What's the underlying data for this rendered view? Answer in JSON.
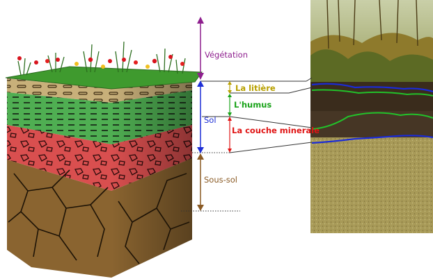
{
  "labels": {
    "vegetation": "Végétation",
    "litter": "La litière",
    "humus": "L'humus",
    "soil": "Sol",
    "mineral": "La couche minerale",
    "subsoil": "Sous-sol"
  },
  "colors": {
    "vegetation": "#8e1f8e",
    "litter": "#b8a000",
    "humus": "#1aa31a",
    "soil": "#1e2fd6",
    "mineral": "#e01414",
    "subsoil": "#8a5a24",
    "block_litter": "#c8b07a",
    "block_humus": "#4fae52",
    "block_mineral": "#d94f4f",
    "block_subsoil": "#8a6430",
    "grass": "#3f9a2e",
    "photo_blue_line": "#1a2bd8",
    "photo_green_line": "#22c22a"
  }
}
